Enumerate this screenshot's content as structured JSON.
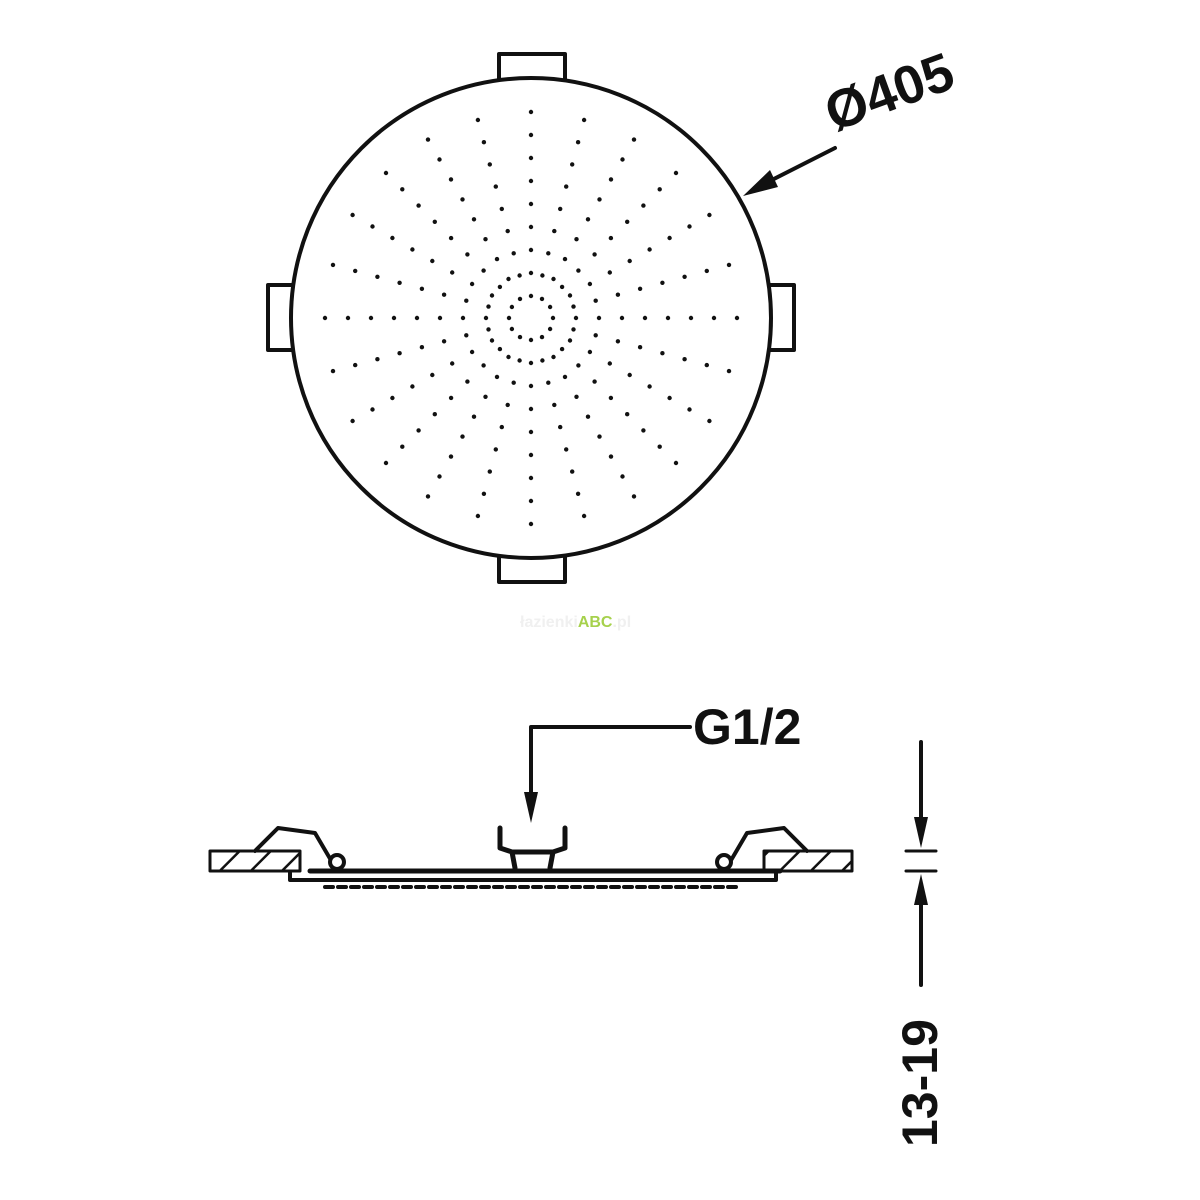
{
  "top_view": {
    "diameter_label": "Ø405"
  },
  "side_view": {
    "thread_label": "G1/2",
    "height_label": "13-19"
  },
  "watermark": {
    "prefix": "łazienki",
    "brand": "ABC",
    "suffix": ".pl"
  },
  "colors": {
    "line": "#111111",
    "watermark_accent": "#a6d14c"
  }
}
